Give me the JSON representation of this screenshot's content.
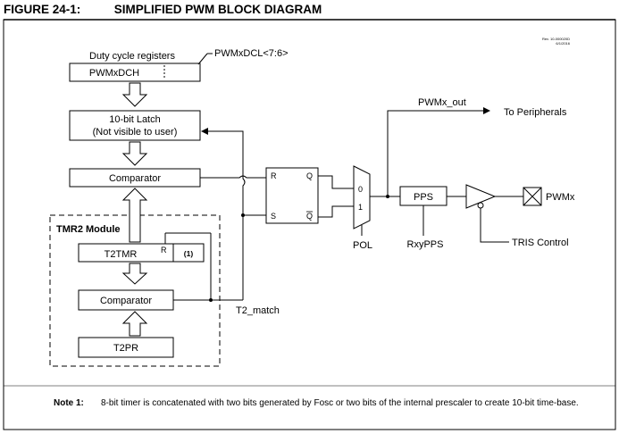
{
  "figure": {
    "number": "FIGURE 24-1:",
    "title": "SIMPLIFIED PWM BLOCK DIAGRAM",
    "rev": "Rev. 10-000020D",
    "date": "6/1/2016"
  },
  "blocks": {
    "duty_cycle_label": "Duty cycle registers",
    "pwmxdcl_label": "PWMxDCL<7:6>",
    "pwmxdch": "PWMxDCH",
    "latch_line1": "10-bit Latch",
    "latch_line2": "(Not visible to user)",
    "comparator_top": "Comparator",
    "tmr2_module": "TMR2 Module",
    "t2tmr": "T2TMR",
    "t2tmr_r": "R",
    "t2tmr_note": "(1)",
    "comparator_bottom": "Comparator",
    "t2pr": "T2PR",
    "t2_match": "T2_match",
    "sr_r": "R",
    "sr_q": "Q",
    "sr_s": "S",
    "sr_qbar": "Q",
    "mux_0": "0",
    "mux_1": "1",
    "pol": "POL",
    "pwmx_out": "PWMx_out",
    "to_peripherals": "To Peripherals",
    "pps": "PPS",
    "rxypps": "RxyPPS",
    "tris_control": "TRIS Control",
    "pwmx_pin": "PWMx"
  },
  "note": {
    "label": "Note 1:",
    "text": "8-bit timer is concatenated with two bits generated by Fosc or two bits of the internal prescaler to create 10-bit time-base."
  }
}
